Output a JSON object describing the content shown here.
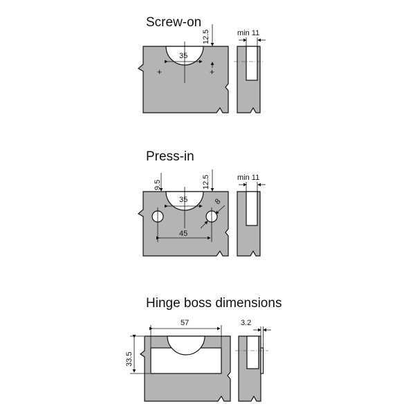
{
  "sections": [
    {
      "title": "Screw-on",
      "dims": {
        "hole_diameter": "35",
        "offset": "12.5",
        "min_depth": "min 11"
      }
    },
    {
      "title": "Press-in",
      "dims": {
        "hole_diameter": "35",
        "offset": "12.5",
        "edge": "9.5",
        "dowel": "8",
        "spacing": "45",
        "min_depth": "min 11"
      }
    },
    {
      "title": "Hinge boss dimensions",
      "dims": {
        "width": "57",
        "height": "33.5",
        "depth": "3.2"
      }
    }
  ]
}
